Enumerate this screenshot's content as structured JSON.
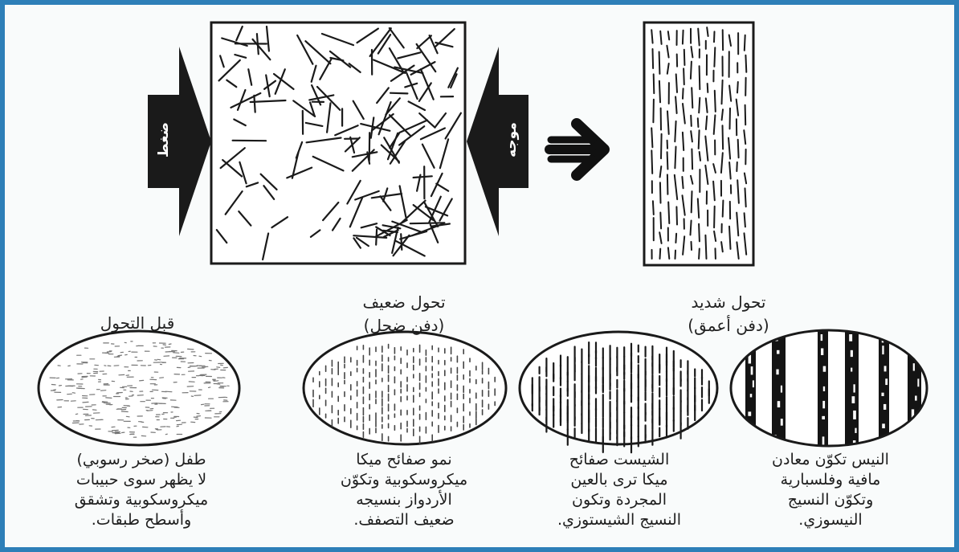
{
  "arrows": {
    "left_label": "ضغط",
    "right_label": "موجه"
  },
  "stages": [
    {
      "id": "before",
      "title": "قبل التحول",
      "subtitle": "",
      "caption": "طفل (صخر رسوبي)\nلا يظهر سوى حبيبات\nميكروسكوبية وتشقق\nوأسطح طبقات."
    },
    {
      "id": "weak",
      "title": "تحول ضعيف",
      "subtitle": "(دفن ضحل)",
      "caption": "نمو صفائح ميكا\nميكروسكوبية وتكوّن\nالأردواز بنسيجه\nضعيف التصفف."
    },
    {
      "id": "schist",
      "title": "",
      "subtitle": "",
      "caption": "الشيست صفائح\nميكا ترى بالعين\nالمجردة وتكون\nالنسيج الشيستوزي."
    },
    {
      "id": "strong",
      "title": "تحول شديد",
      "subtitle": "(دفن أعمق)",
      "caption": "النيس تكوّن معادن\nمافية وفلسبارية\nوتكوّن النسيج\nالنيسوزي."
    }
  ]
}
